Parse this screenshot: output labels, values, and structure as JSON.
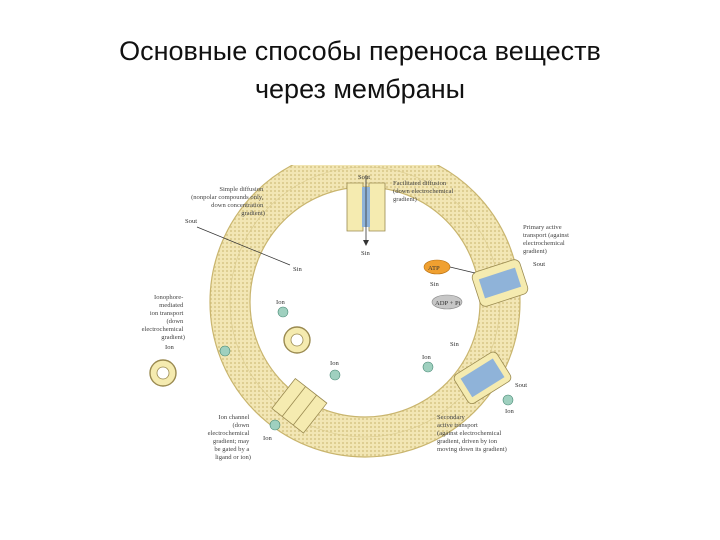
{
  "title": {
    "line1": "Основные способы переноса веществ",
    "line2": "через мембраны"
  },
  "diagram": {
    "labels": {
      "simple_diffusion": [
        "Simple diffusion",
        "(nonpolar compounds only,",
        "down concentration",
        "gradient)"
      ],
      "facilitated_diffusion": [
        "Facilitated diffusion",
        "(down electrochemical",
        "gradient)"
      ],
      "primary_active": [
        "Primary active",
        "transport (against",
        "electrochemical",
        "gradient)"
      ],
      "ionophore": [
        "Ionophore-",
        "mediated",
        "ion transport",
        "(down",
        "electrochemical",
        "gradient)"
      ],
      "ion_channel": [
        "Ion channel",
        "(down",
        "electrochemical",
        "gradient; may",
        "be gated by a",
        "ligand or ion)"
      ],
      "secondary_active": [
        "Secondary",
        "active transport",
        "(against electrochemical",
        "gradient, driven by ion",
        "moving down its gradient)"
      ]
    },
    "ions": {
      "s_out_top": "Sout",
      "s_in_top": "Sin",
      "s_out_simple": "Sout",
      "s_in_simple": "Sin",
      "s_in_primary": "Sin",
      "s_out_primary": "Sout",
      "atp": "ATP",
      "adp": "ADP + Pi",
      "ion_in_ionophore": "Ion",
      "ion_out_ionophore": "Ion",
      "ion_in_channel": "Ion",
      "ion_out_channel": "Ion",
      "ion_secondary_in": "Ion",
      "s_secondary_in": "Sin",
      "s_secondary_out": "Sout",
      "ion_secondary_out": "Ion"
    }
  },
  "colors": {
    "membrane": "#f2e6b5",
    "lipid": "#c9b56e",
    "protein": "#f5ebb0",
    "channel": "#8fb3d9",
    "ion": "#9fd0bf",
    "atp": "#f0a030"
  }
}
